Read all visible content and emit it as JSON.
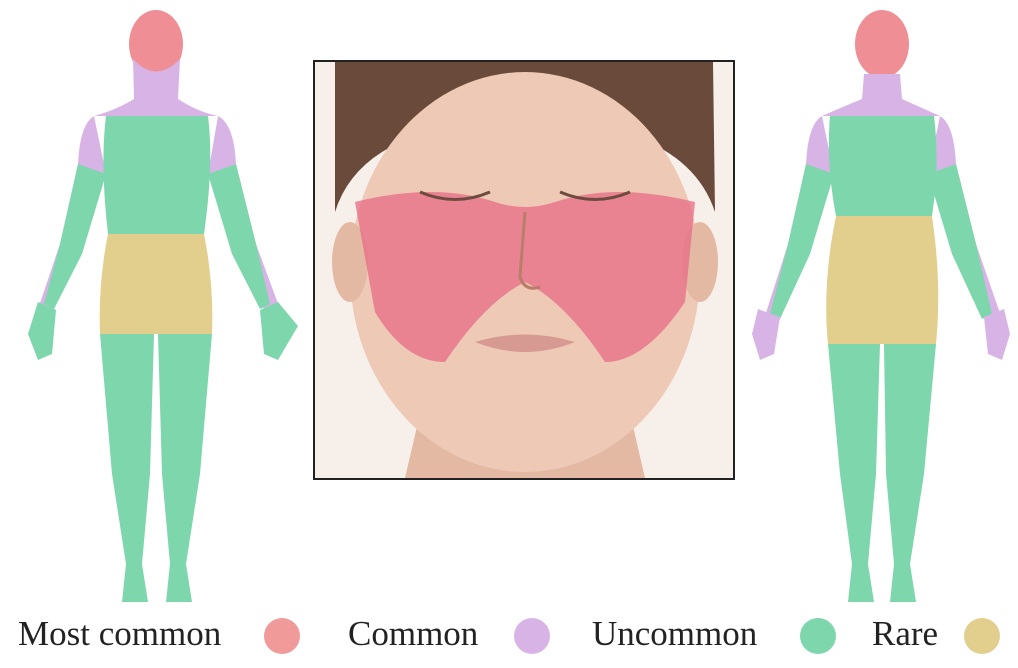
{
  "colors": {
    "most_common": "#f19a9a",
    "common": "#d8b4e6",
    "uncommon": "#7ed6ad",
    "rare": "#e2cf8e",
    "skin": "#e8c3ae",
    "hair": "#6a4a3a",
    "rash": "#e76b86"
  },
  "legend": [
    {
      "label": "Most common",
      "color": "#f19a9a"
    },
    {
      "label": "Common",
      "color": "#d8b4e6"
    },
    {
      "label": "Uncommon",
      "color": "#7ed6ad"
    },
    {
      "label": "Rare",
      "color": "#e2cf8e"
    }
  ]
}
